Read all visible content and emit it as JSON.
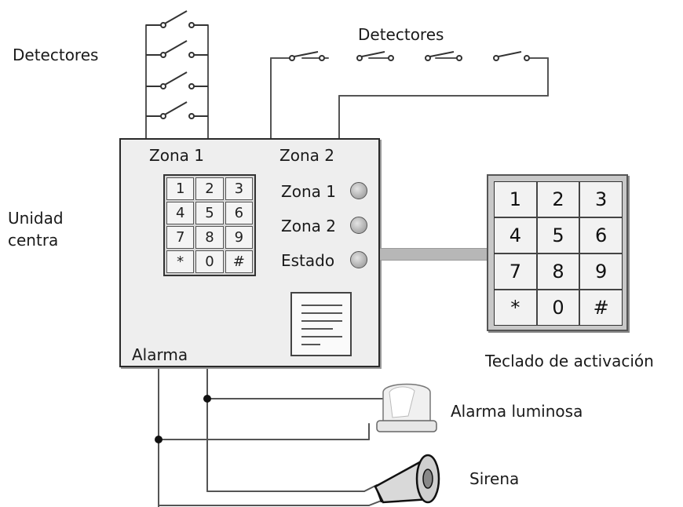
{
  "labels": {
    "detectors_left": "Detectores",
    "detectors_top": "Detectores",
    "central_unit_line1": "Unidad",
    "central_unit_line2": "centra",
    "zone1_header": "Zona 1",
    "zone2_header": "Zona 2",
    "indicator_zone1": "Zona 1",
    "indicator_zone2": "Zona 2",
    "indicator_state": "Estado",
    "alarm": "Alarma",
    "activation_keypad": "Teclado de activación",
    "light_alarm": "Alarma luminosa",
    "siren": "Sirena"
  },
  "keypad_keys": [
    "1",
    "2",
    "3",
    "4",
    "5",
    "6",
    "7",
    "8",
    "9",
    "*",
    "0",
    "#"
  ],
  "icons": {
    "switch": "switch-icon",
    "indicator": "indicator-led-icon",
    "document": "document-icon",
    "beacon": "beacon-light-icon",
    "siren": "siren-horn-icon"
  },
  "colors": {
    "panel_fill": "#eeeeee",
    "led_fill": "#b5b5b5",
    "wire": "#555555",
    "keypad_frame": "#c8c8c8"
  }
}
